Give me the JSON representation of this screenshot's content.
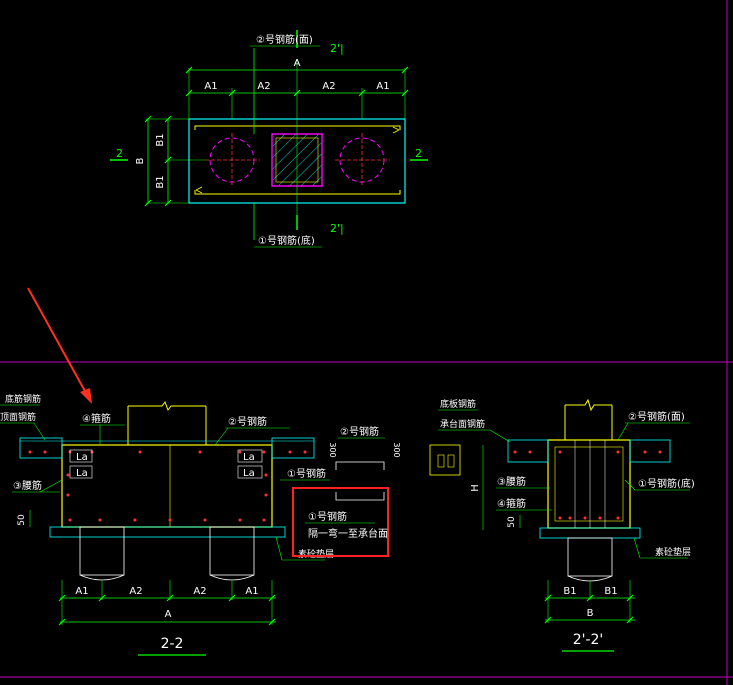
{
  "colors": {
    "background": "#000000",
    "dimension": "#00ff00",
    "concrete": "#ffff00",
    "outline": "#00ffff",
    "white": "#ffffff",
    "magenta": "#ff00ff",
    "separator": "#c000c0",
    "rebar_dot": "#ff3030",
    "highlight": "#ff2020",
    "arrow": "#ff3020"
  },
  "plan": {
    "top_callout": "②号钢筋(面)",
    "section_mark_top": "2'|",
    "section_mark_bottom": "2'|",
    "bottom_callout": "①号钢筋(底)",
    "dim_overall": "A",
    "dims": [
      "A1",
      "A2",
      "A2",
      "A1"
    ],
    "left_dims": [
      "B1",
      "B1"
    ],
    "left_label": "B",
    "cut_left": "2",
    "cut_right": "2"
  },
  "section_2_2": {
    "title": "2-2",
    "tl_label_1": "底筋钢筋",
    "tl_label_2": "顶面钢筋",
    "callout_4": "④箍筋",
    "callout_2": "②号钢筋",
    "callout_3": "③腰筋",
    "callout_1": "①号钢筋",
    "la_labels": [
      "La",
      "La",
      "La",
      "La"
    ],
    "detail_callout": "②号钢筋",
    "detail_dim_left": "300",
    "detail_dim_right": "300",
    "highlight_line1": "①号钢筋",
    "highlight_line2": "隔一弯一至承台面",
    "cushion_label": "素砼垫层",
    "dim_50": "50",
    "bottom_dims": [
      "A1",
      "A2",
      "A2",
      "A1"
    ],
    "bottom_overall": "A"
  },
  "section_2p_2p": {
    "title": "2'-2'",
    "label_top_1": "底板钢筋",
    "label_top_2": "承台面钢筋",
    "callout_2": "②号钢筋(面)",
    "callout_3": "③腰筋",
    "callout_4": "④箍筋",
    "callout_1": "①号钢筋(底)",
    "dim_h": "H",
    "dim_50": "50",
    "cushion_label": "素砼垫层",
    "bottom_dims": [
      "B1",
      "B1"
    ],
    "bottom_overall": "B"
  }
}
